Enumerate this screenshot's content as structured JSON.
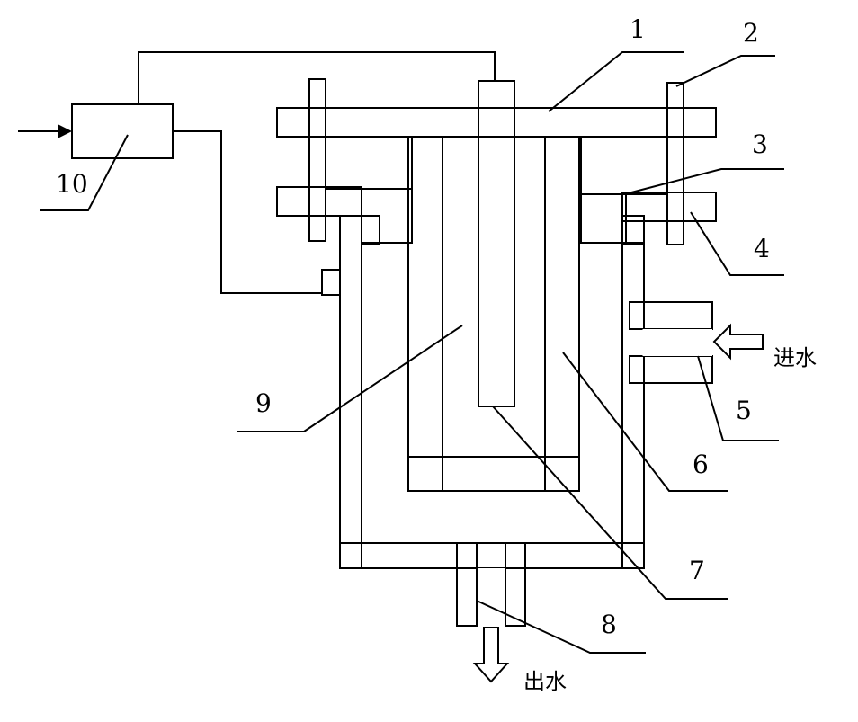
{
  "labels": {
    "n1": "1",
    "n2": "2",
    "n3": "3",
    "n4": "4",
    "n5": "5",
    "n6": "6",
    "n7": "7",
    "n8": "8",
    "n9": "9",
    "n10": "10"
  },
  "water_in": "进水",
  "water_out": "出水"
}
